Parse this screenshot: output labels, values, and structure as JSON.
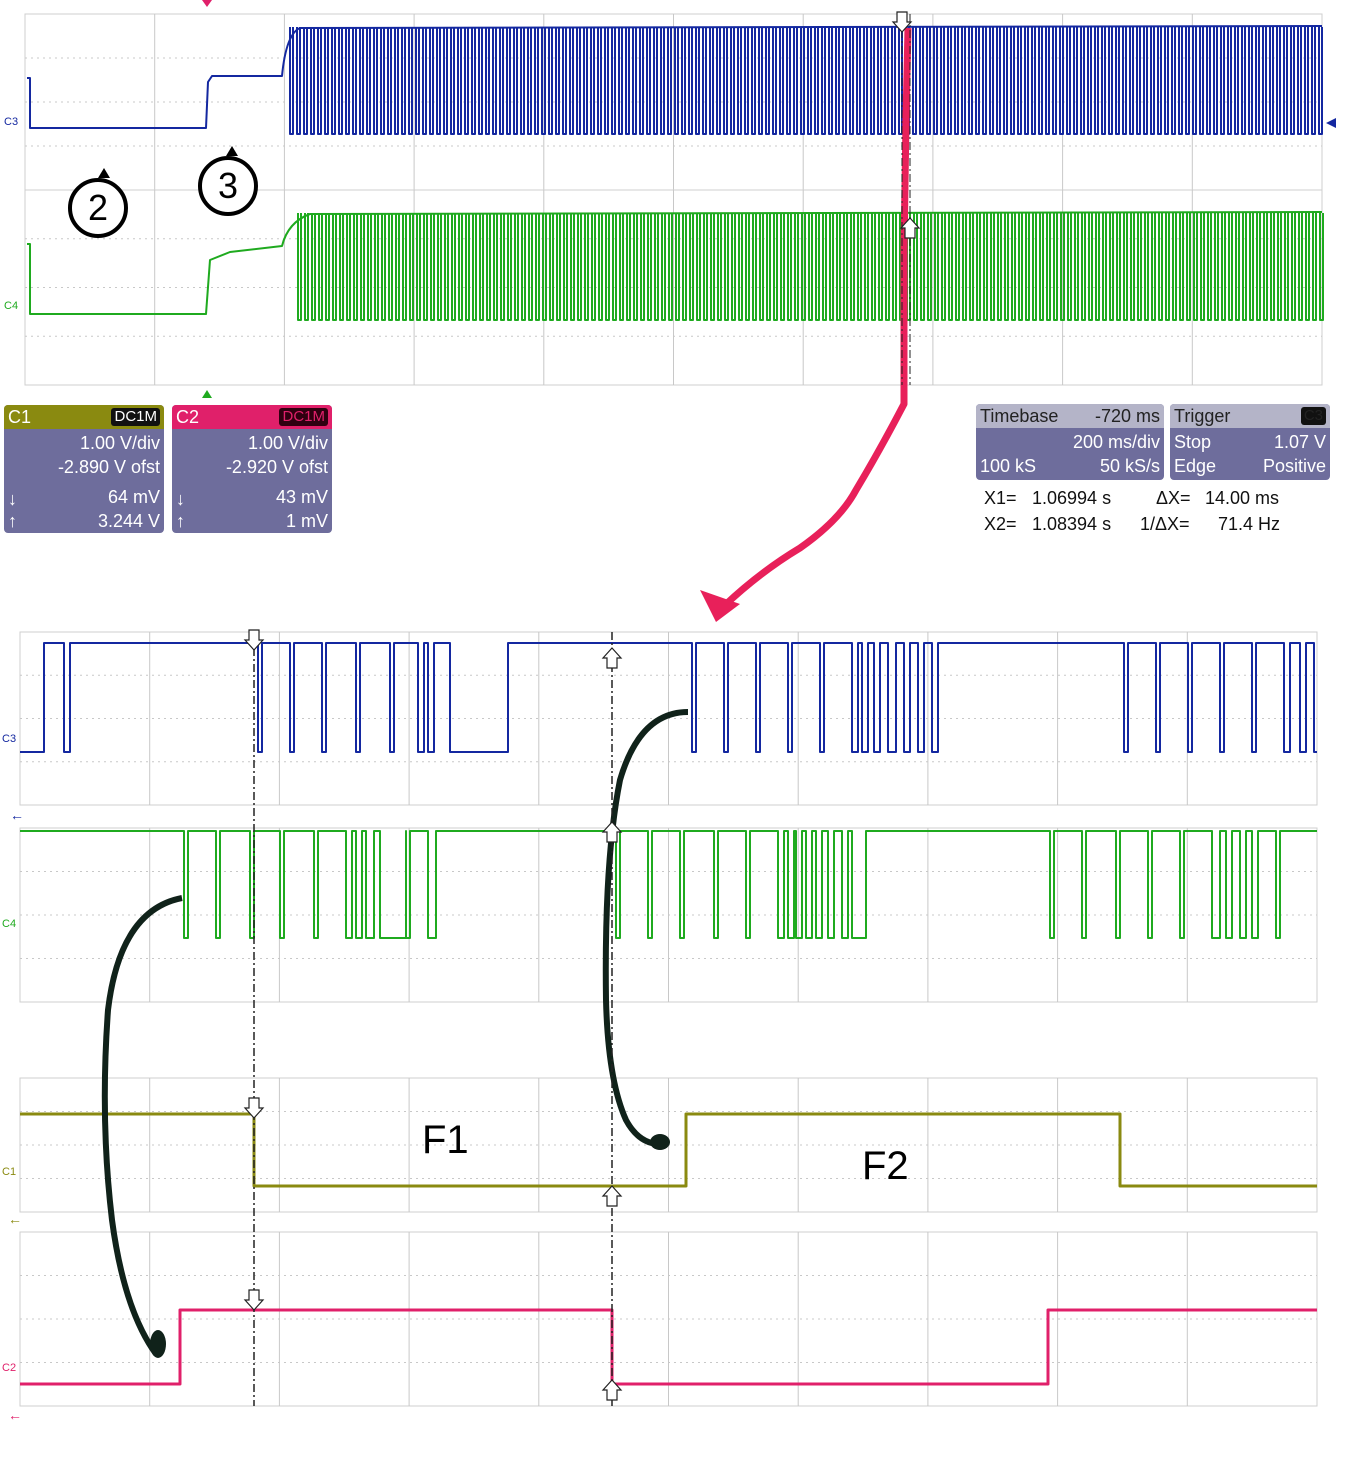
{
  "channels": {
    "c1": {
      "name": "C1",
      "coupling": "DC1M",
      "vdiv": "1.00 V/div",
      "offset": "-2.890 V ofst",
      "meas1_icon": "↓",
      "meas1": "64 mV",
      "meas2_icon": "↑",
      "meas2": "3.244 V",
      "color": "#8a8a10"
    },
    "c2": {
      "name": "C2",
      "coupling": "DC1M",
      "vdiv": "1.00 V/div",
      "offset": "-2.920 V ofst",
      "meas1_icon": "↓",
      "meas1": "43 mV",
      "meas2_icon": "↑",
      "meas2": "1 mV",
      "color": "#e0206a"
    },
    "c3": {
      "name": "C3",
      "color": "#1428a0"
    },
    "c4": {
      "name": "C4",
      "color": "#1faa1f"
    }
  },
  "timebase": {
    "title": "Timebase",
    "delay": "-720 ms",
    "per_div": "200 ms/div",
    "samples": "100 kS",
    "rate": "50 kS/s"
  },
  "trigger": {
    "title": "Trigger",
    "source": "C3",
    "mode": "Stop",
    "level": "1.07 V",
    "type": "Edge",
    "slope": "Positive"
  },
  "cursors": {
    "x1_label": "X1=",
    "x1": "1.06994 s",
    "x2_label": "X2=",
    "x2": "1.08394 s",
    "dx_label": "ΔX=",
    "dx": "14.00 ms",
    "inv_label": "1/ΔX=",
    "inv": "71.4 Hz"
  },
  "annotations": {
    "marker2": "2",
    "marker3": "3",
    "f1": "F1",
    "f2": "F2"
  },
  "colors": {
    "grid": "#c8c8c8",
    "annotation_red": "#e8205a",
    "annotation_dark": "#10221a",
    "panel": "#6e6d9c"
  }
}
